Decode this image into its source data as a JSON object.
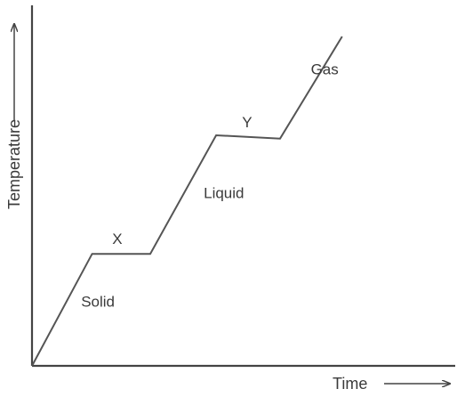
{
  "chart_data": {
    "type": "line",
    "title": "",
    "xlabel": "Time",
    "ylabel": "Temperature",
    "xlim": [
      0,
      10
    ],
    "ylim": [
      0,
      10
    ],
    "grid": false,
    "legend": "none",
    "series": [
      {
        "x": [
          0,
          1.55,
          3.05,
          4.75,
          6.4,
          8.0
        ],
        "y": [
          0,
          3.4,
          3.4,
          7.0,
          6.9,
          10.0
        ]
      }
    ],
    "annotations": [
      {
        "text": "Solid",
        "x": 1.7,
        "y": 1.8
      },
      {
        "text": "X",
        "x": 2.2,
        "y": 3.7
      },
      {
        "text": "Liquid",
        "x": 4.95,
        "y": 5.1
      },
      {
        "text": "Y",
        "x": 5.55,
        "y": 7.25
      },
      {
        "text": "Gas",
        "x": 7.55,
        "y": 8.85
      }
    ],
    "colors": {
      "line": "#555555",
      "axis": "#444444",
      "text": "#3a3a3a"
    }
  }
}
